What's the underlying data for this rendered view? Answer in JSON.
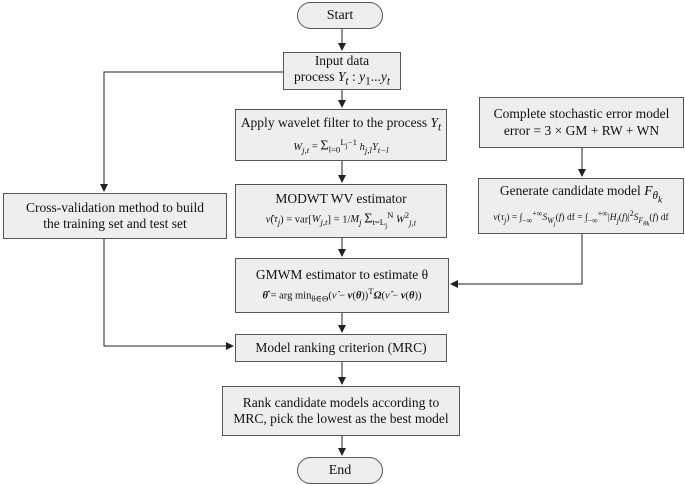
{
  "nodes": {
    "start": {
      "label": "Start"
    },
    "input": {
      "line1": "Input data",
      "line2": "process Y_t : y_1...y_t"
    },
    "wavelet": {
      "title": "Apply wavelet filter to the process Y_t",
      "formula": "W_{j,t} = Σ_{l=0}^{L_j−1} h_{j,l} Y_{t−l}"
    },
    "modwt": {
      "title": "MODWT WV estimator",
      "formula": "ν̂(τ_j) = var[W_{j,t}] = (1/M_j) Σ_{t=L_j}^{N} W²_{j,t}"
    },
    "gmwm": {
      "title": "GMWM estimator to estimate θ",
      "formula": "θ̂ = argmin_{θ∈Θ} (ν̂ − ν(θ))^T Ω (ν̂ − ν(θ))"
    },
    "mrc": {
      "label": "Model ranking criterion (MRC)"
    },
    "rank": {
      "line1": "Rank candidate models according to",
      "line2": "MRC, pick the lowest as the best model"
    },
    "end": {
      "label": "End"
    },
    "crossval": {
      "line1": "Cross-validation method to build",
      "line2": "the training set and test set"
    },
    "error_model": {
      "line1": "Complete stochastic error model",
      "line2": "error = 3 × GM + RW + WN"
    },
    "candidate": {
      "title": "Generate candidate model F_θk",
      "formula": "ν(τ_j) = ∫_{−∞}^{+∞} S_{W_j}(f) df = ∫_{−∞}^{+∞} |H_j(f)|² S_{F_θk}(f) df"
    }
  },
  "colors": {
    "box_fill": "#eeeeee",
    "border": "#555555",
    "arrow": "#222222"
  }
}
